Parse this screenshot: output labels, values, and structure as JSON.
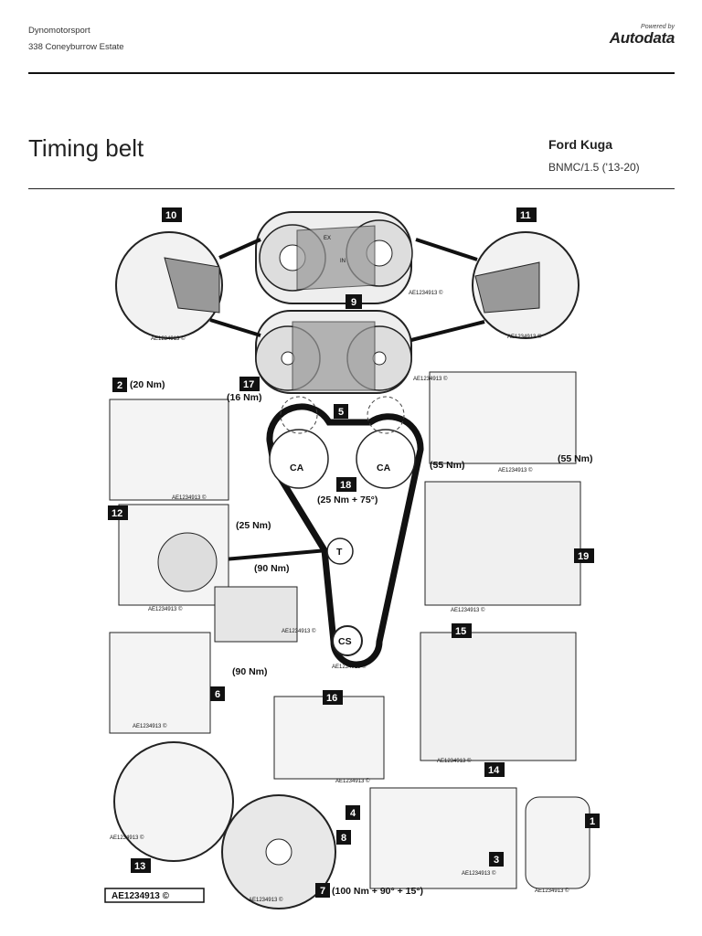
{
  "header": {
    "company": "Dynomotorsport",
    "address": "338 Coneyburrow Estate",
    "powered_by": "Powered by",
    "brand": "Autodata"
  },
  "page": {
    "title": "Timing belt",
    "vehicle": "Ford Kuga",
    "engine": "BNMC/1.5 ('13-20)"
  },
  "diagram": {
    "callouts": {
      "c1": "1",
      "c2": "2",
      "c3": "3",
      "c4": "4",
      "c5": "5",
      "c6": "6",
      "c7": "7",
      "c8": "8",
      "c9": "9",
      "c10": "10",
      "c11": "11",
      "c12": "12",
      "c13": "13",
      "c14": "14",
      "c15": "15",
      "c16": "16",
      "c17": "17",
      "c18": "18",
      "c19": "19"
    },
    "torques": {
      "t20": "(20 Nm)",
      "t16": "(16 Nm)",
      "t25": "(25 Nm)",
      "t90a": "(90 Nm)",
      "t90b": "(90 Nm)",
      "t55a": "(55 Nm)",
      "t55b": "(55 Nm)",
      "t18": "(25 Nm + 75°)",
      "t7": "(100 Nm + 90° + 15°)"
    },
    "labels": {
      "ca_left": "CA",
      "ca_right": "CA",
      "tensioner": "T",
      "crank": "CS",
      "ex": "EX",
      "in": "IN"
    },
    "ref_code": "AE1234913 ©",
    "ref_code_boxed": "AE1234913 ©"
  }
}
